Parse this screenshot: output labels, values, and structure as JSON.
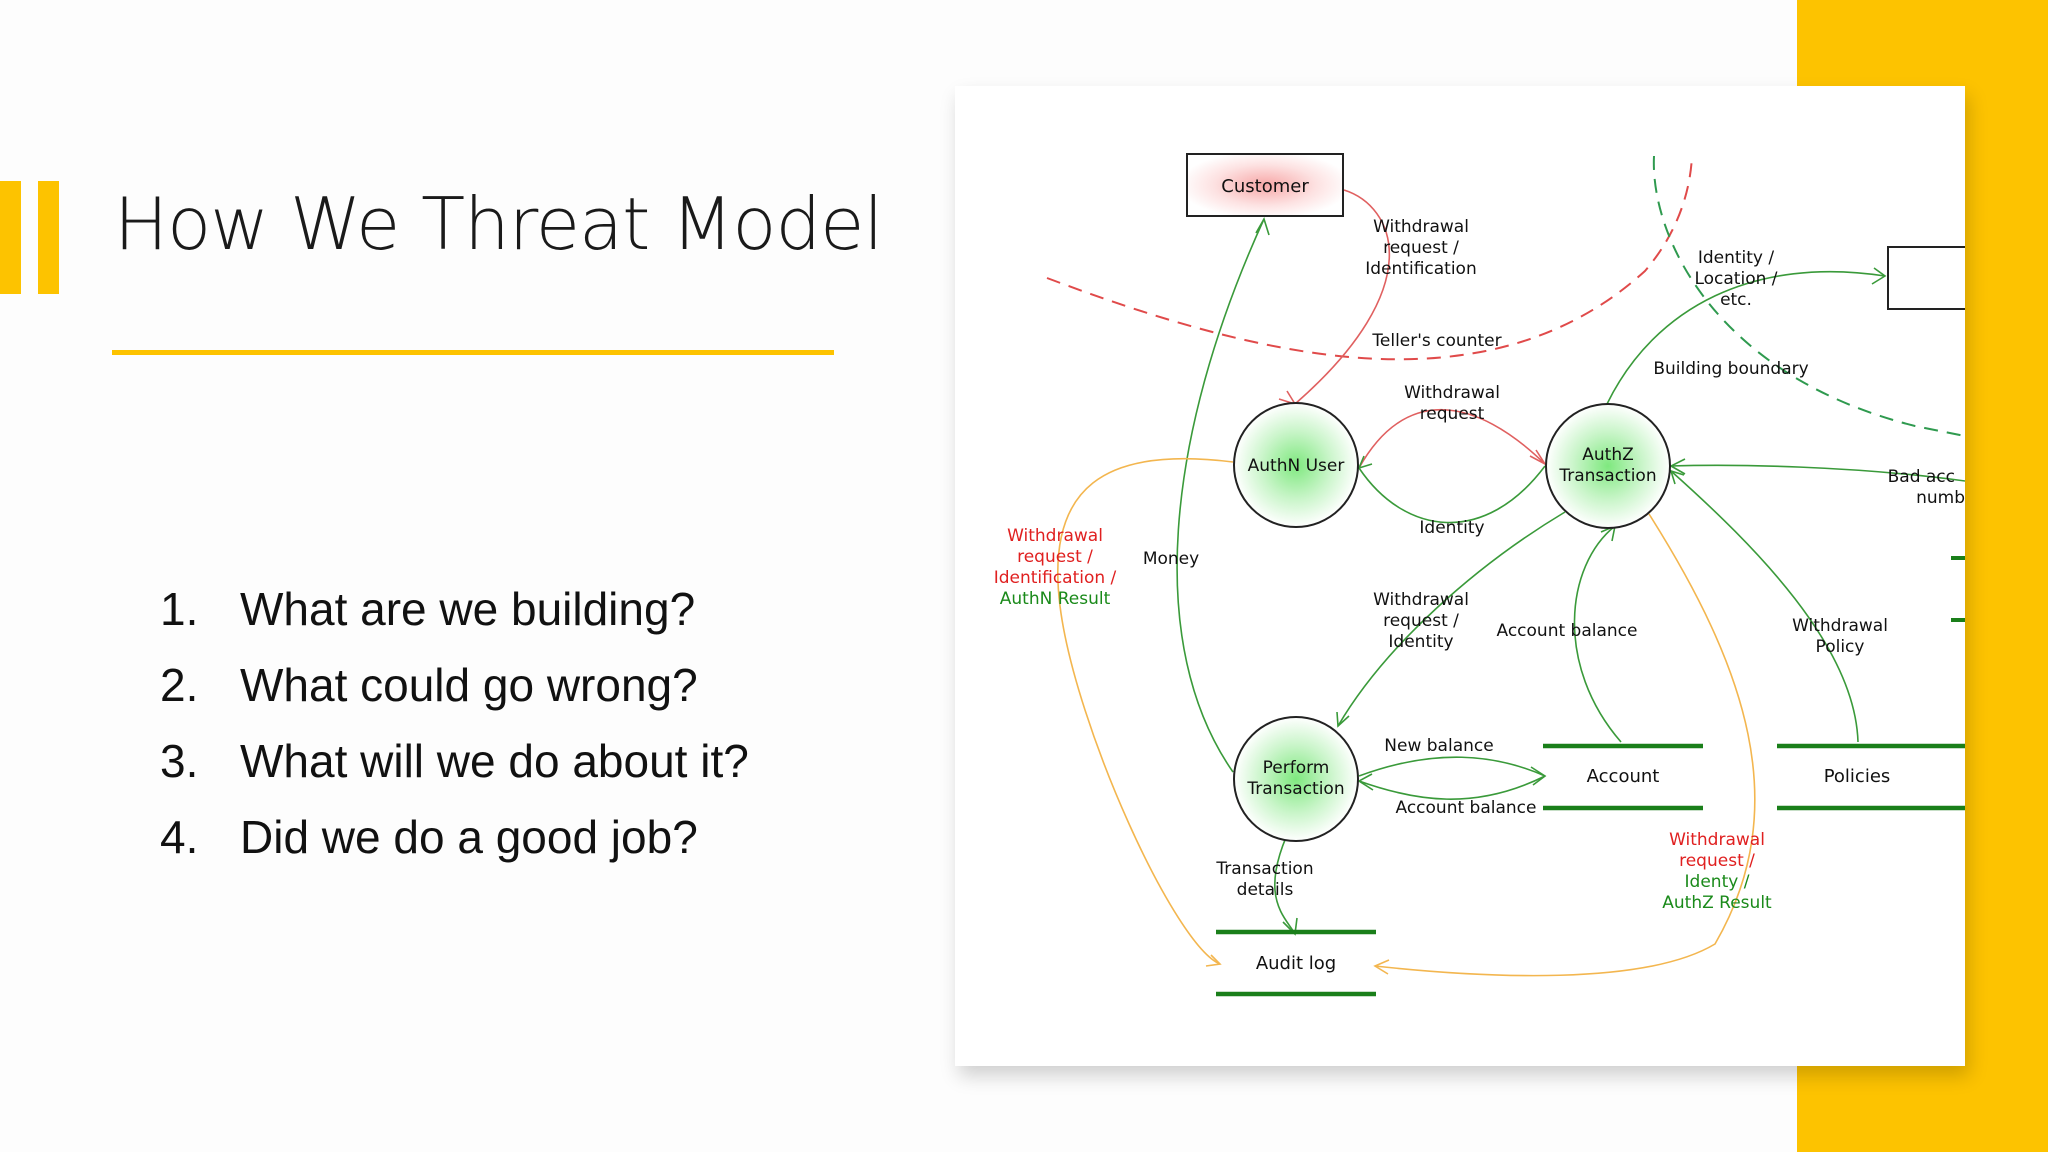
{
  "slide": {
    "title": "How We Threat Model",
    "questions": [
      {
        "num": "1.",
        "text": "What are we building?"
      },
      {
        "num": "2.",
        "text": "What could go wrong?"
      },
      {
        "num": "3.",
        "text": "What will we do about it?"
      },
      {
        "num": "4.",
        "text": "Did we do a good job?"
      }
    ]
  },
  "diagram": {
    "external_entity": "Customer",
    "processes": {
      "authn_user": "AuthN User",
      "authz_transaction_1": "AuthZ",
      "authz_transaction_2": "Transaction",
      "perform_transaction_1": "Perform",
      "perform_transaction_2": "Transaction"
    },
    "data_stores": {
      "account": "Account",
      "policies": "Policies",
      "audit_log": "Audit log"
    },
    "boundaries": {
      "tellers_counter": "Teller's counter",
      "building_boundary": "Building boundary"
    },
    "flows": {
      "customer_to_authn": [
        "Withdrawal",
        "request /",
        "Identification"
      ],
      "authn_to_authz": [
        "Withdrawal",
        "request"
      ],
      "authz_to_authn": "Identity",
      "to_external": [
        "Identity /",
        "Location /",
        "etc."
      ],
      "bad_account": [
        "Bad acc",
        "numb"
      ],
      "authz_to_perform": [
        "Withdrawal",
        "request /",
        "Identity"
      ],
      "account_balance_to_authz": "Account balance",
      "policy_to_authz": [
        "Withdrawal",
        "Policy"
      ],
      "new_balance": "New balance",
      "account_balance": "Account balance",
      "money": "Money",
      "transaction_details": [
        "Transaction",
        "details"
      ],
      "authn_to_audit": {
        "red": [
          "Withdrawal",
          "request /",
          "Identification /"
        ],
        "green": "AuthN Result"
      },
      "authz_to_audit": {
        "red": [
          "Withdrawal",
          "request /"
        ],
        "green": [
          "Identy /",
          "AuthZ Result"
        ]
      }
    }
  },
  "colors": {
    "accent": "#fdc300",
    "threat_red": "#e02020",
    "ok_green": "#1a8a1a",
    "store_green": "#1a7f1a",
    "flow_orange": "#f3b64f"
  }
}
